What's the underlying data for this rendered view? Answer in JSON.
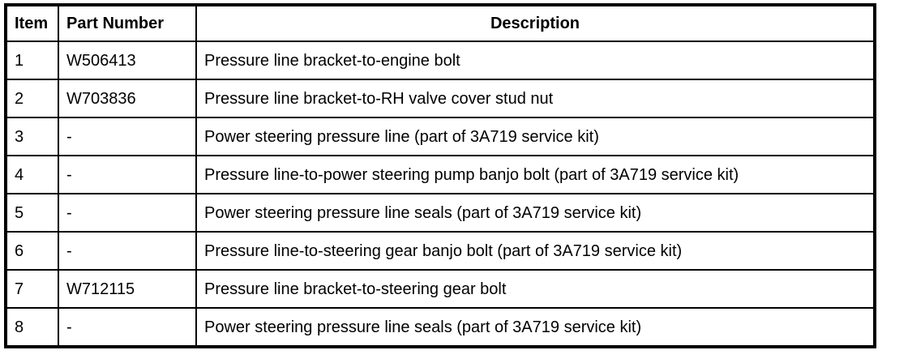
{
  "table": {
    "columns": [
      {
        "label": "Item"
      },
      {
        "label": "Part Number"
      },
      {
        "label": "Description"
      }
    ],
    "rows": [
      {
        "item": "1",
        "part_number": "W506413",
        "description": "Pressure line bracket-to-engine bolt"
      },
      {
        "item": "2",
        "part_number": "W703836",
        "description": "Pressure line bracket-to-RH valve cover stud nut"
      },
      {
        "item": "3",
        "part_number": "-",
        "description": "Power steering pressure line (part of 3A719 service kit)"
      },
      {
        "item": "4",
        "part_number": "-",
        "description": "Pressure line-to-power steering pump banjo bolt (part of 3A719 service kit)"
      },
      {
        "item": "5",
        "part_number": "-",
        "description": "Power steering pressure line seals (part of 3A719 service kit)"
      },
      {
        "item": "6",
        "part_number": "-",
        "description": "Pressure line-to-steering gear banjo bolt (part of 3A719 service kit)"
      },
      {
        "item": "7",
        "part_number": "W712115",
        "description": "Pressure line bracket-to-steering gear bolt"
      },
      {
        "item": "8",
        "part_number": "-",
        "description": "Power steering pressure line seals (part of 3A719 service kit)"
      }
    ],
    "colors": {
      "border": "#000000",
      "text": "#000000",
      "background": "#ffffff"
    }
  }
}
